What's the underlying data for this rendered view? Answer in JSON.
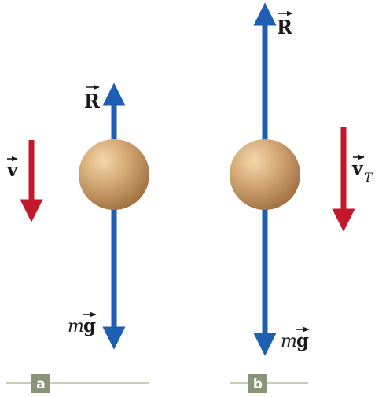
{
  "colors": {
    "force_arrow": "#1f5fb3",
    "velocity_arrow": "#c3182b",
    "ball_light": "#f3d8a8",
    "ball_mid": "#d5a877",
    "ball_dark": "#a06f40",
    "panel_tag_bg": "#8a9478",
    "panel_rule": "#c9cdb8"
  },
  "panels": [
    {
      "tag": "a",
      "labels": {
        "resistance": "R",
        "velocity": "v",
        "velocity_sub": "",
        "weight_scalar": "m",
        "weight_vec": "g"
      }
    },
    {
      "tag": "b",
      "labels": {
        "resistance": "R",
        "velocity": "v",
        "velocity_sub": "T",
        "weight_scalar": "m",
        "weight_vec": "g"
      }
    }
  ]
}
